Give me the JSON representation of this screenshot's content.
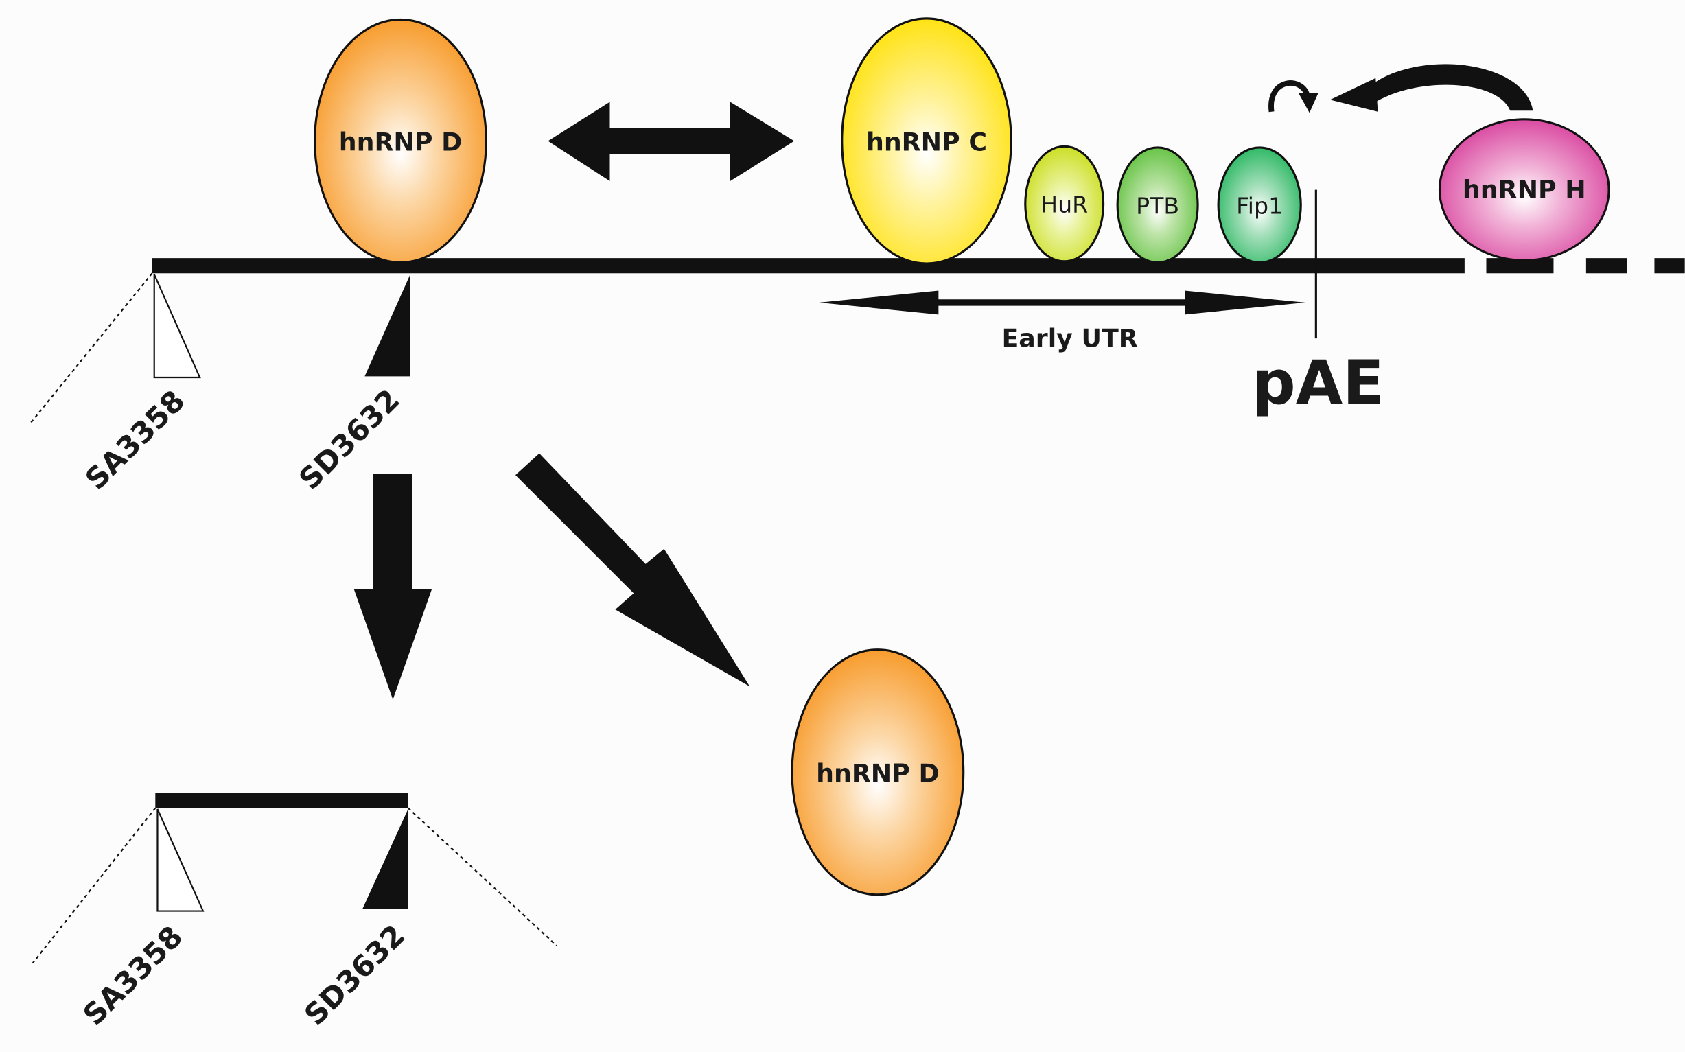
{
  "proteins": {
    "hnrnp_d_top": "hnRNP D",
    "hnrnp_c": "hnRNP C",
    "hur": "HuR",
    "ptb": "PTB",
    "fip1": "Fip1",
    "hnrnp_h": "hnRNP H",
    "hnrnp_d_released": "hnRNP D"
  },
  "labels": {
    "early_utr": "Early UTR",
    "pae": "pAE",
    "sa_top": "SA3358",
    "sd_top": "SD3632",
    "sa_bottom": "SA3358",
    "sd_bottom": "SD3632"
  },
  "colors": {
    "hnrnp_d": "#f7941d",
    "hnrnp_c": "#ffe000",
    "hur": "#c8dc14",
    "ptb": "#5cbf3a",
    "fip1": "#1fb45a",
    "hnrnp_h": "#d63c9a"
  }
}
